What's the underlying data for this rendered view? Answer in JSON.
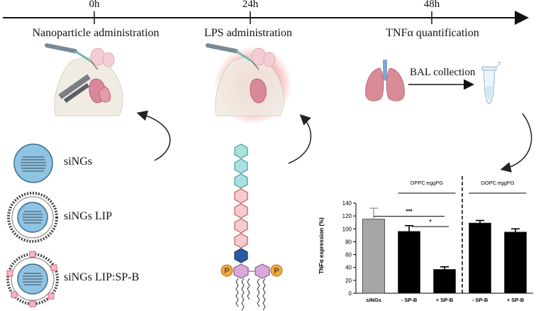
{
  "timeline": {
    "points": [
      {
        "time": "0h",
        "label": "Nanoparticle administration"
      },
      {
        "time": "24h",
        "label": "LPS administration"
      },
      {
        "time": "48h",
        "label": "TNFα quantification"
      }
    ]
  },
  "bal_label": "BAL collection",
  "legend": {
    "items": [
      {
        "label": "siNGs"
      },
      {
        "label": "siNGs LIP"
      },
      {
        "label": "siNGs LIP:SP-B"
      }
    ]
  },
  "peptide": {
    "phosphate_label": "P"
  },
  "chart": {
    "group_labels": [
      "DPPC:eggPG",
      "DOPC:eggPG"
    ],
    "significance": [
      "***",
      "*"
    ]
  },
  "chart_data": {
    "type": "bar",
    "title": "",
    "xlabel": "",
    "ylabel": "TNFα expression (%)",
    "categories": [
      "siNGs",
      "- SP-B",
      "+ SP-B",
      "- SP-B",
      "+ SP-B"
    ],
    "values": [
      115,
      96,
      37,
      109,
      95
    ],
    "errors": [
      17,
      9,
      4,
      4,
      5
    ],
    "bar_colors": [
      "#a6a6a6",
      "#000000",
      "#000000",
      "#000000",
      "#000000"
    ],
    "ylim": [
      0,
      140
    ],
    "yticks": [
      0,
      20,
      40,
      60,
      80,
      100,
      120,
      140
    ],
    "groups": [
      {
        "label": "DPPC:eggPG",
        "categories": [
          1,
          2
        ]
      },
      {
        "label": "DOPC:eggPG",
        "categories": [
          3,
          4
        ]
      }
    ],
    "grid": false
  }
}
